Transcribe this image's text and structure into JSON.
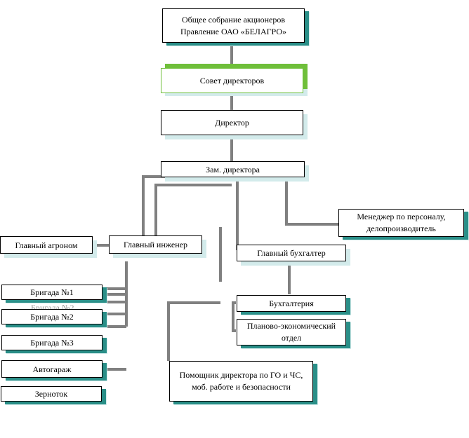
{
  "nodes": {
    "shareholders": {
      "line1": "Общее собрание акционеров",
      "line2": "Правление ОАО «БЕЛАГРО»"
    },
    "board": "Совет директоров",
    "director": "Директор",
    "deputy": "Зам. директора",
    "hr_manager": {
      "line1": "Менеджер по персоналу,",
      "line2": "делопроизводитель"
    },
    "chief_agronomist": "Главный агроном",
    "chief_engineer": "Главный инженер",
    "chief_accountant": "Главный бухгалтер",
    "brigade1": "Бригада №1",
    "brigade2": "Бригада №2",
    "brigade2_ghost": "Бригада №2",
    "brigade3": "Бригада №3",
    "garage": "Автогараж",
    "grain": "Зерноток",
    "accounting": "Бухгалтерия",
    "planning": {
      "line1": "Планово-экономический",
      "line2": "отдел"
    },
    "safety_assistant": {
      "line1": "Помощник директора по ГО и ЧС,",
      "line2": "моб. работе и безопасности"
    }
  },
  "colors": {
    "connector": "#808080",
    "shadow_teal": "#2a8f88",
    "shadow_light": "#d3ebeb",
    "board_accent": "#6fbf3a"
  }
}
